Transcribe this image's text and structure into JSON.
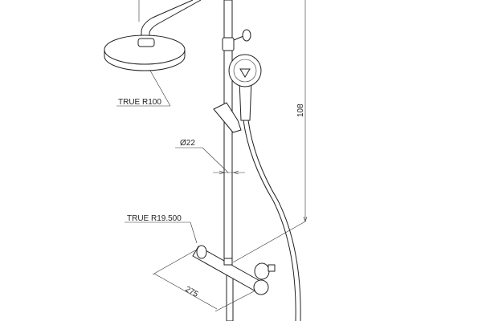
{
  "annotations": {
    "head_radius": "TRUE R100",
    "pole_diameter": "Ø22",
    "height_dim": "108",
    "knob_radius": "TRUE R19.500",
    "mixer_width": "275"
  }
}
